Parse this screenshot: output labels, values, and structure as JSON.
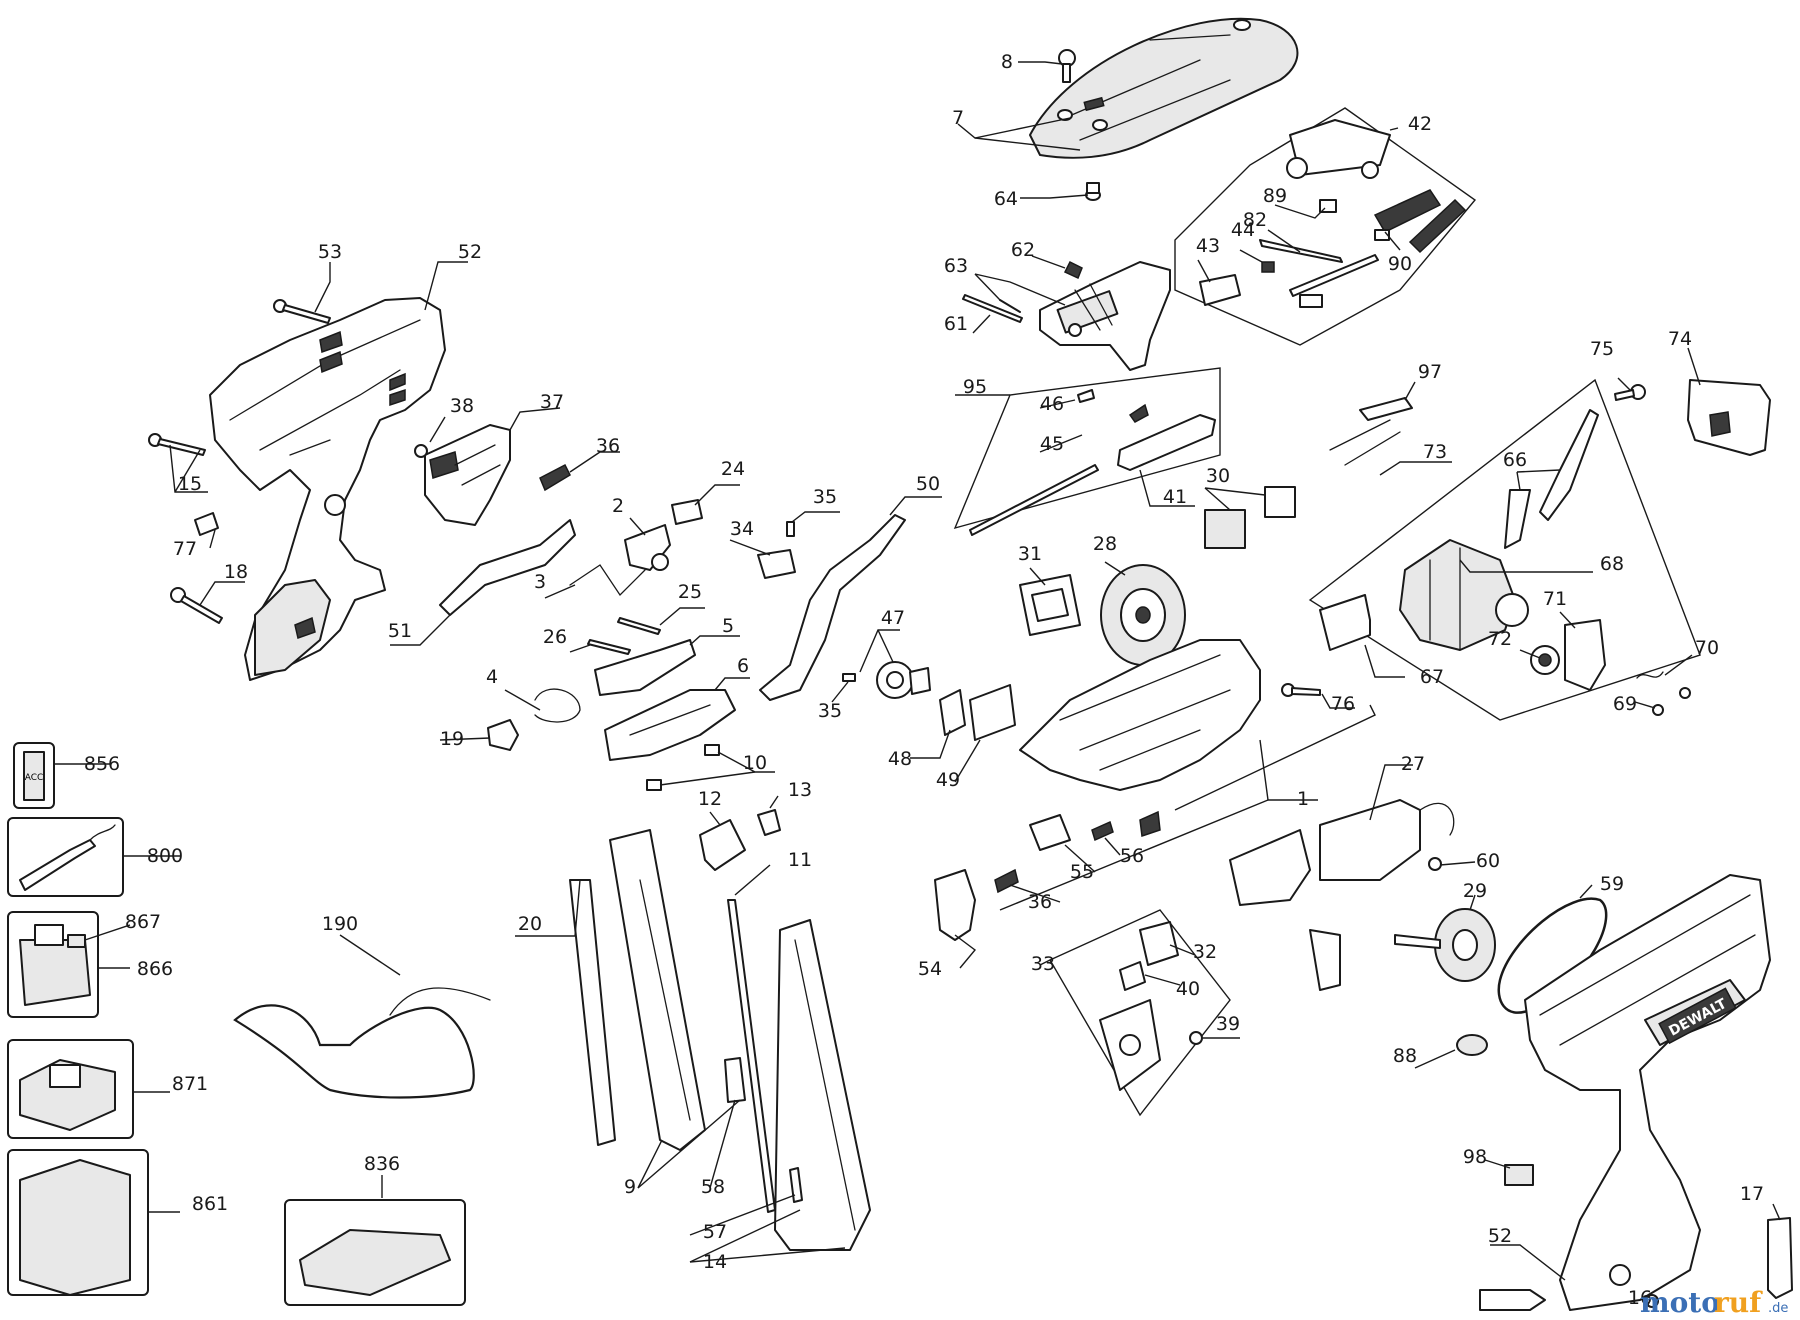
{
  "callouts": [
    {
      "id": "c8",
      "text": "8"
    },
    {
      "id": "c7",
      "text": "7"
    },
    {
      "id": "c64",
      "text": "64"
    },
    {
      "id": "c42",
      "text": "42"
    },
    {
      "id": "c89",
      "text": "89"
    },
    {
      "id": "c82",
      "text": "82"
    },
    {
      "id": "c43",
      "text": "43"
    },
    {
      "id": "c44",
      "text": "44"
    },
    {
      "id": "c90",
      "text": "90"
    },
    {
      "id": "c62",
      "text": "62"
    },
    {
      "id": "c63",
      "text": "63"
    },
    {
      "id": "c61",
      "text": "61"
    },
    {
      "id": "c53",
      "text": "53"
    },
    {
      "id": "c52a",
      "text": "52"
    },
    {
      "id": "c15",
      "text": "15"
    },
    {
      "id": "c77",
      "text": "77"
    },
    {
      "id": "c18",
      "text": "18"
    },
    {
      "id": "c38",
      "text": "38"
    },
    {
      "id": "c37",
      "text": "37"
    },
    {
      "id": "c36a",
      "text": "36"
    },
    {
      "id": "c95",
      "text": "95"
    },
    {
      "id": "c46",
      "text": "46"
    },
    {
      "id": "c45",
      "text": "45"
    },
    {
      "id": "c41",
      "text": "41"
    },
    {
      "id": "c97",
      "text": "97"
    },
    {
      "id": "c75",
      "text": "75"
    },
    {
      "id": "c74",
      "text": "74"
    },
    {
      "id": "c73",
      "text": "73"
    },
    {
      "id": "c66",
      "text": "66"
    },
    {
      "id": "c30",
      "text": "30"
    },
    {
      "id": "c24",
      "text": "24"
    },
    {
      "id": "c35a",
      "text": "35"
    },
    {
      "id": "c34",
      "text": "34"
    },
    {
      "id": "c50",
      "text": "50"
    },
    {
      "id": "c2",
      "text": "2"
    },
    {
      "id": "c3",
      "text": "3"
    },
    {
      "id": "c25",
      "text": "25"
    },
    {
      "id": "c51",
      "text": "51"
    },
    {
      "id": "c26",
      "text": "26"
    },
    {
      "id": "c5",
      "text": "5"
    },
    {
      "id": "c6",
      "text": "6"
    },
    {
      "id": "c4",
      "text": "4"
    },
    {
      "id": "c19",
      "text": "19"
    },
    {
      "id": "c10",
      "text": "10"
    },
    {
      "id": "c47",
      "text": "47"
    },
    {
      "id": "c35b",
      "text": "35"
    },
    {
      "id": "c31",
      "text": "31"
    },
    {
      "id": "c28",
      "text": "28"
    },
    {
      "id": "c68",
      "text": "68"
    },
    {
      "id": "c71",
      "text": "71"
    },
    {
      "id": "c72",
      "text": "72"
    },
    {
      "id": "c70",
      "text": "70"
    },
    {
      "id": "c67",
      "text": "67"
    },
    {
      "id": "c69",
      "text": "69"
    },
    {
      "id": "c76",
      "text": "76"
    },
    {
      "id": "c48",
      "text": "48"
    },
    {
      "id": "c49",
      "text": "49"
    },
    {
      "id": "c1",
      "text": "1"
    },
    {
      "id": "c856",
      "text": "856"
    },
    {
      "id": "c800",
      "text": "800"
    },
    {
      "id": "c867",
      "text": "867"
    },
    {
      "id": "c866",
      "text": "866"
    },
    {
      "id": "c871",
      "text": "871"
    },
    {
      "id": "c861",
      "text": "861"
    },
    {
      "id": "c836",
      "text": "836"
    },
    {
      "id": "c190",
      "text": "190"
    },
    {
      "id": "c12",
      "text": "12"
    },
    {
      "id": "c13",
      "text": "13"
    },
    {
      "id": "c11",
      "text": "11"
    },
    {
      "id": "c20",
      "text": "20"
    },
    {
      "id": "c9",
      "text": "9"
    },
    {
      "id": "c58",
      "text": "58"
    },
    {
      "id": "c57",
      "text": "57"
    },
    {
      "id": "c14",
      "text": "14"
    },
    {
      "id": "c55",
      "text": "55"
    },
    {
      "id": "c56",
      "text": "56"
    },
    {
      "id": "c36b",
      "text": "36"
    },
    {
      "id": "c54",
      "text": "54"
    },
    {
      "id": "c27",
      "text": "27"
    },
    {
      "id": "c60",
      "text": "60"
    },
    {
      "id": "c29",
      "text": "29"
    },
    {
      "id": "c59",
      "text": "59"
    },
    {
      "id": "c33",
      "text": "33"
    },
    {
      "id": "c32",
      "text": "32"
    },
    {
      "id": "c40",
      "text": "40"
    },
    {
      "id": "c39",
      "text": "39"
    },
    {
      "id": "c88",
      "text": "88"
    },
    {
      "id": "c98",
      "text": "98"
    },
    {
      "id": "c52b",
      "text": "52"
    },
    {
      "id": "c17",
      "text": "17"
    },
    {
      "id": "c16",
      "text": "16"
    }
  ],
  "brand_label": "DEWALT",
  "acc_label": "ACC",
  "watermark": {
    "part_a": "moto",
    "part_b": "ruf",
    "suffix": ".de"
  }
}
